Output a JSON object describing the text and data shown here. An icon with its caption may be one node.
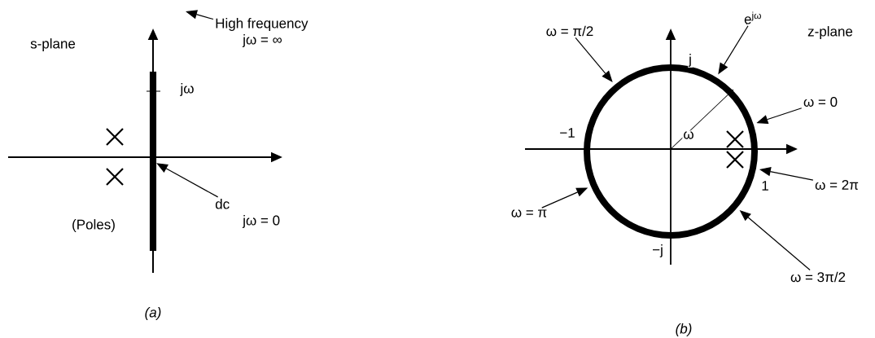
{
  "diagram": {
    "nodes": [
      {
        "text": [
          "High frequency",
          "jω = ∞"
        ]
      },
      {
        "text": [
          "dc",
          "jω = 0"
        ]
      },
      {
        "text": [
          "ω = π/2"
        ]
      },
      {
        "text": [
          "e$^{jω}$"
        ]
      },
      {
        "text": [
          "ω = 0"
        ]
      },
      {
        "text": [
          "ω = 2π"
        ]
      },
      {
        "text": [
          "ω = π"
        ]
      },
      {
        "text": [
          "ω = 3π/2"
        ]
      },
      {
        "text": [],
        "shape": "bar"
      },
      {
        "text": [],
        "shape": "circle"
      }
    ],
    "edges": [
      {
        "from": 0,
        "to": null,
        "arrow": "to"
      },
      {
        "from": 1,
        "to": 8,
        "arrow": "to"
      },
      {
        "from": 2,
        "to": 9,
        "arrow": "to"
      },
      {
        "from": 3,
        "to": 9,
        "arrow": "to"
      },
      {
        "from": 4,
        "to": 9,
        "arrow": "to"
      },
      {
        "from": 5,
        "to": 9,
        "arrow": "to"
      },
      {
        "from": 6,
        "to": 9,
        "arrow": "to"
      },
      {
        "from": 7,
        "to": 9,
        "arrow": "to"
      }
    ],
    "labels": [
      "s-plane",
      "jω",
      "(Poles)",
      "(a)",
      "z-plane",
      "j",
      "−1",
      "ω",
      "1",
      "−j",
      "(b)"
    ]
  }
}
